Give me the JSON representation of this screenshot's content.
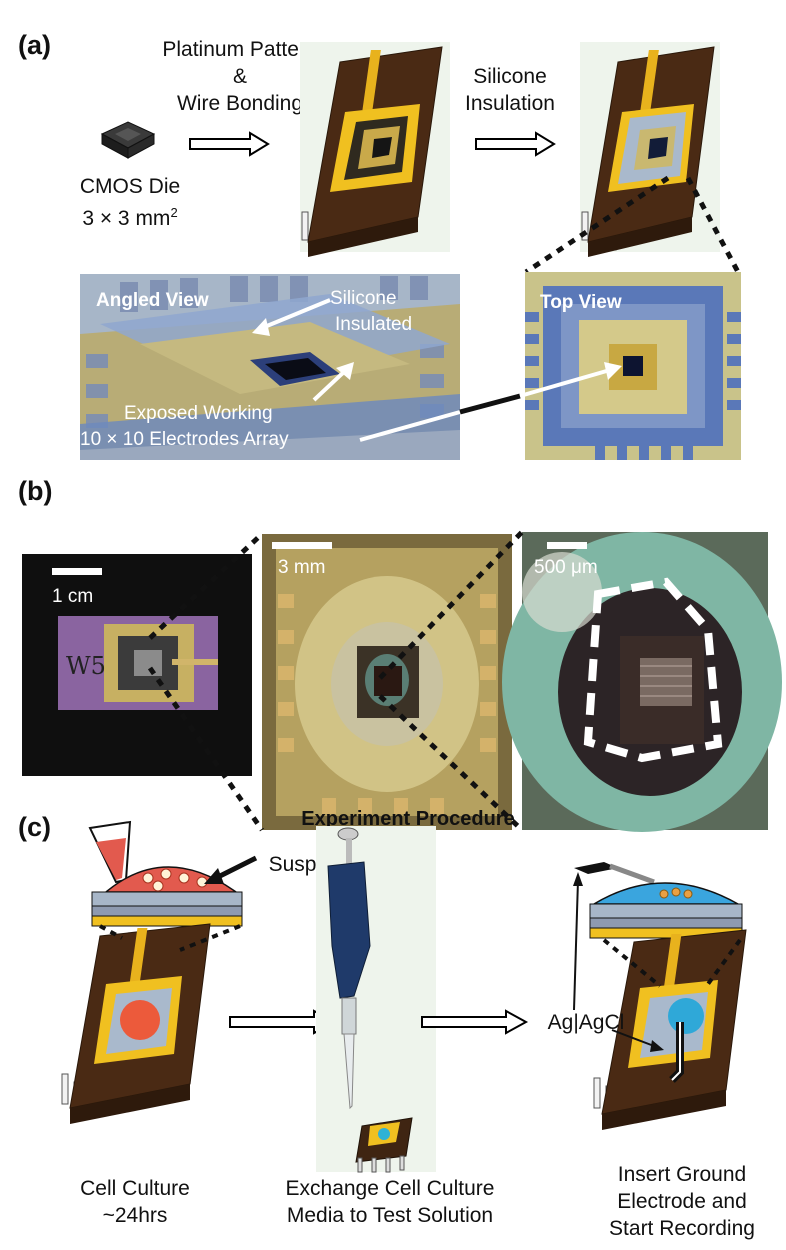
{
  "panel_a": {
    "letter": "(a)",
    "die_label_1": "CMOS Die",
    "die_label_2": "3 × 3 mm",
    "die_label_sup": "2",
    "step1_line1": "Platinum Pattern",
    "step1_line2": "&",
    "step1_line3": "Wire Bonding",
    "step2_line1": "Silicone",
    "step2_line2": "Insulation",
    "angled_title": "Angled View",
    "silicone_1": "Silicone",
    "silicone_2": "Insulated",
    "exposed_1": "Exposed Working",
    "exposed_2": "10 × 10 Electrodes Array",
    "top_title": "Top View"
  },
  "panel_b": {
    "letter": "(b)",
    "scale1": "1 cm",
    "scale2": "3 mm",
    "scale3": "500 μm",
    "handwriting": "W5"
  },
  "panel_c": {
    "letter": "(c)",
    "title": "Experiment Procedure",
    "suspended": "Suspended Cells",
    "agagcl": "Ag|AgCl",
    "cap1_line1": "Cell Culture",
    "cap1_line2": "~24hrs",
    "cap2_line1": "Exchange Cell Culture",
    "cap2_line2": "Media to Test Solution",
    "cap3_line1": "Insert Ground",
    "cap3_line2": "Electrode and",
    "cap3_line3": "Start Recording"
  }
}
